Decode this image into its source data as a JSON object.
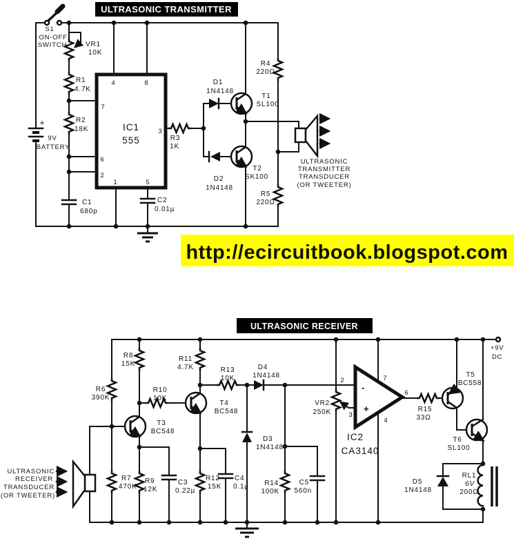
{
  "colors": {
    "banner_bg": "#ffff00",
    "banner_text": "#ff0000",
    "title_bg": "#000000",
    "ink": "#111111"
  },
  "url_banner": {
    "text": "http://ecircuitbook.blogspot.com"
  },
  "transmitter": {
    "title": "ULTRASONIC TRANSMITTER",
    "switch_s1": {
      "ref": "S1",
      "line1": "ON-OFF",
      "line2": "SWITCH"
    },
    "battery": {
      "plus": "+",
      "voltage": "9V",
      "label": "BATTERY"
    },
    "vr1": {
      "ref": "VR1",
      "value": "10K"
    },
    "r1": {
      "ref": "R1",
      "value": "4.7K"
    },
    "r2": {
      "ref": "R2",
      "value": "18K"
    },
    "r3": {
      "ref": "R3",
      "value": "1K"
    },
    "r4": {
      "ref": "R4",
      "value": "220Ω"
    },
    "r5": {
      "ref": "R5",
      "value": "220Ω"
    },
    "c1": {
      "ref": "C1",
      "value": "680p"
    },
    "c2": {
      "ref": "C2",
      "value": "0.01µ"
    },
    "d1": {
      "ref": "D1",
      "value": "1N4148"
    },
    "d2": {
      "ref": "D2",
      "value": "1N4148"
    },
    "t1": {
      "ref": "T1",
      "value": "SL100"
    },
    "t2": {
      "ref": "T2",
      "value": "SK100"
    },
    "ic1": {
      "ref": "IC1",
      "value": "555",
      "pin1": "1",
      "pin2": "2",
      "pin3": "3",
      "pin4": "4",
      "pin5": "5",
      "pin6": "6",
      "pin7": "7",
      "pin8": "8"
    },
    "transducer": {
      "line1": "ULTRASONIC",
      "line2": "TRANSMITTER",
      "line3": "TRANSDUCER",
      "line4": "(OR TWEETER)"
    }
  },
  "receiver": {
    "title": "ULTRASONIC RECEIVER",
    "supply": {
      "line1": "+9V",
      "line2": "DC"
    },
    "r6": {
      "ref": "R6",
      "value": "390K"
    },
    "r7": {
      "ref": "R7",
      "value": "470K"
    },
    "r8": {
      "ref": "R8",
      "value": "15K"
    },
    "r9": {
      "ref": "R9",
      "value": "12K"
    },
    "r10": {
      "ref": "R10",
      "value": "10K"
    },
    "r11": {
      "ref": "R11",
      "value": "4.7K"
    },
    "r12": {
      "ref": "R12",
      "value": "15K"
    },
    "r13": {
      "ref": "R13",
      "value": "10K"
    },
    "r14": {
      "ref": "R14",
      "value": "100K"
    },
    "r15": {
      "ref": "R15",
      "value": "33Ω"
    },
    "vr2": {
      "ref": "VR2",
      "value": "250K"
    },
    "c3": {
      "ref": "C3",
      "value": "0.22µ"
    },
    "c4": {
      "ref": "C4",
      "value": "0.1µ"
    },
    "c5": {
      "ref": "C5",
      "value": "560n"
    },
    "d3": {
      "ref": "D3",
      "value": "1N4148"
    },
    "d4": {
      "ref": "D4",
      "value": "1N4148"
    },
    "d5": {
      "ref": "D5",
      "value": "1N4148"
    },
    "t3": {
      "ref": "T3",
      "value": "BC548"
    },
    "t4": {
      "ref": "T4",
      "value": "BC548"
    },
    "t5": {
      "ref": "T5",
      "value": "BC558"
    },
    "t6": {
      "ref": "T6",
      "value": "SL100"
    },
    "ic2": {
      "ref": "IC2",
      "value": "CA3140",
      "pin2": "2",
      "pin3": "3",
      "pin4": "4",
      "pin6": "6",
      "pin7": "7",
      "minus": "-",
      "plus": "+"
    },
    "rl1": {
      "ref": "RL1",
      "value1": "6V",
      "value2": "200Ω"
    },
    "transducer": {
      "line1": "ULTRASONIC",
      "line2": "RECEIVER",
      "line3": "TRANSDUCER",
      "line4": "(OR TWEETER)"
    }
  }
}
